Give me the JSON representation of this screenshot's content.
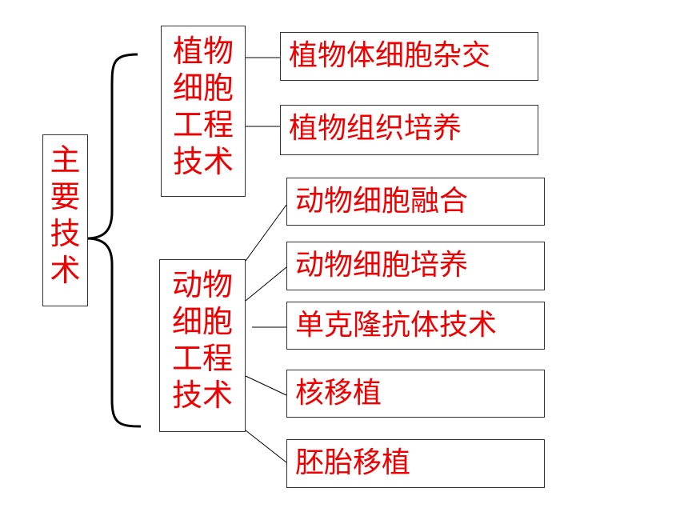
{
  "colors": {
    "text": "#ee0000",
    "border": "#333333",
    "line": "#000000"
  },
  "root": {
    "label": "主要技术"
  },
  "branches": [
    {
      "label": "植物细胞工程技术",
      "items": [
        "植物体细胞杂交",
        "植物组织培养"
      ]
    },
    {
      "label": "动物细胞工程技术",
      "items": [
        "动物细胞融合",
        "动物细胞培养",
        "单克隆抗体技术",
        "核移植",
        "胚胎移植"
      ]
    }
  ]
}
